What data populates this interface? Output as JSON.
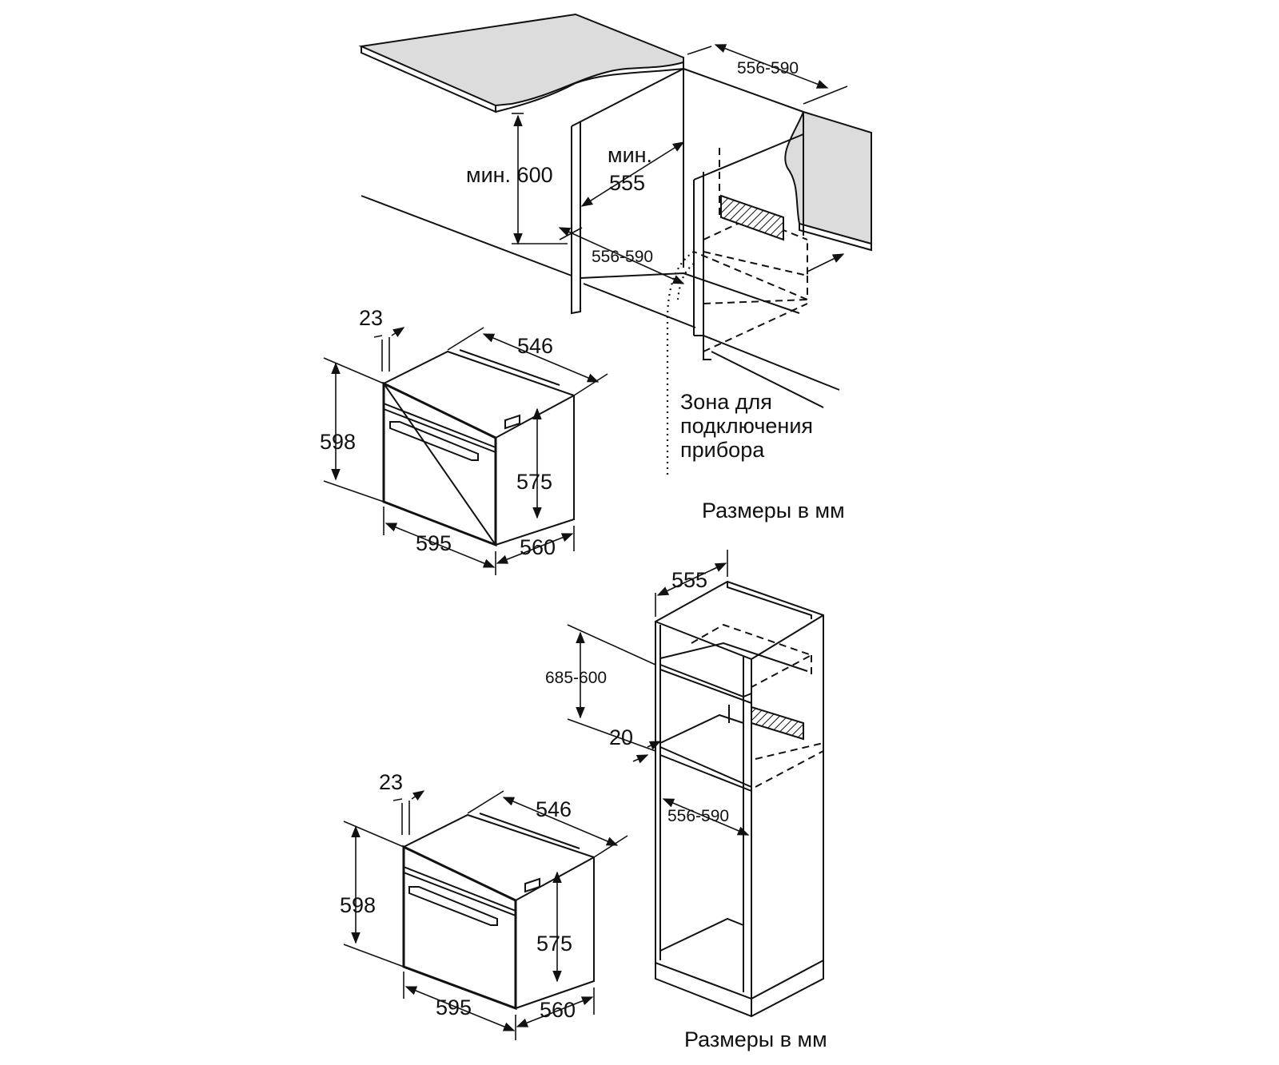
{
  "top_installation": {
    "min_height": "мин. 600",
    "min_depth_word": "мин.",
    "min_depth_value": "555",
    "niche_width_top": "556-590",
    "niche_width_inner": "556-590",
    "connection_zone": [
      "Зона для",
      "подключения",
      "прибора"
    ],
    "units_caption": "Размеры в мм"
  },
  "oven_top": {
    "front_offset": "23",
    "top_depth": "546",
    "total_height": "598",
    "body_height": "575",
    "width": "595",
    "depth": "560"
  },
  "tall_cabinet": {
    "depth": "555",
    "niche_height": "685-600",
    "gap": "20",
    "niche_width": "556-590",
    "units_caption": "Размеры в мм"
  },
  "oven_bottom": {
    "front_offset": "23",
    "top_depth": "546",
    "total_height": "598",
    "body_height": "575",
    "width": "595",
    "depth": "560"
  }
}
